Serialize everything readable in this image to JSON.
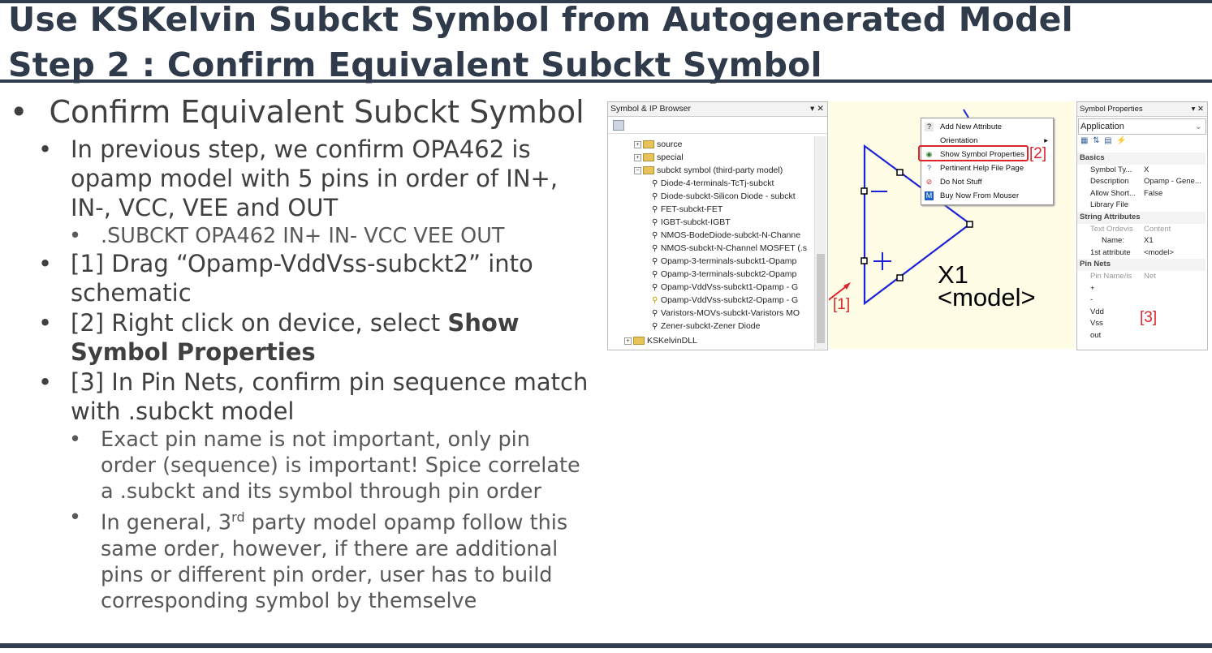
{
  "title": {
    "line1": "Use KSKelvin Subckt Symbol from Autogenerated Model",
    "line2": "Step 2 : Confirm Equivalent Subckt Symbol"
  },
  "bullets": {
    "main": "Confirm Equivalent Subckt Symbol",
    "b_step_prev": "In previous step, we confirm OPA462 is opamp model with 5 pins in order of IN+, IN-, VCC, VEE and OUT",
    "b_subckt_line": ".SUBCKT OPA462 IN+ IN- VCC VEE OUT",
    "b_drag": "[1] Drag “Opamp-VddVss-subckt2” into schematic",
    "b_right_click_pre": "[2] Right click on device, select ",
    "b_right_click_bold": "Show Symbol Properties",
    "b_pin_nets": "[3] In Pin Nets, confirm pin sequence match with .subckt model",
    "b_exact_pin": "Exact pin name is not important, only pin order (sequence) is important!  Spice correlate a .subckt and its symbol through pin order",
    "b_general_pre": "In general, 3",
    "b_general_sup": "rd",
    "b_general_post": " party model opamp follow this same order, however, if there are additional pins or different pin order, user has to build corresponding symbol by themselve"
  },
  "browser": {
    "title": "Symbol & IP Browser",
    "controls": "▾ ✕",
    "items": [
      "source",
      "special",
      "subckt symbol (third-party model)",
      "Diode-4-terminals-TcTj-subckt",
      "Diode-subckt-Silicon Diode - subckt",
      "FET-subckt-FET",
      "IGBT-subckt-IGBT",
      "NMOS-BodeDiode-subckt-N-Channe",
      "NMOS-subckt-N-Channel MOSFET (.s",
      "Opamp-3-terminals-subckt1-Opamp",
      "Opamp-3-terminals-subckt2-Opamp",
      "Opamp-VddVss-subckt1-Opamp - G",
      "Opamp-VddVss-subckt2-Opamp - G",
      "Varistors-MOVs-subckt-Varistors MO",
      "Zener-subckt-Zener Diode",
      "KSKelvinDLL"
    ]
  },
  "canvas": {
    "instance": "X1",
    "model": "<model>",
    "minus": "−",
    "plus": "+"
  },
  "context_menu": {
    "items": [
      "Add New Attribute",
      "Orientation",
      "Show Symbol Properties",
      "Pertinent Help File Page",
      "Do Not Stuff",
      "Buy Now From Mouser"
    ]
  },
  "properties": {
    "title": "Symbol Properties",
    "controls": "▾ ✕",
    "dropdown": "Application",
    "rows": [
      {
        "k": "Basics",
        "v": "",
        "cat": true
      },
      {
        "k": "Symbol Ty...",
        "v": "X"
      },
      {
        "k": "Description",
        "v": "Opamp - Gene..."
      },
      {
        "k": "Allow Short...",
        "v": "False"
      },
      {
        "k": "Library File",
        "v": ""
      },
      {
        "k": "String Attributes",
        "v": "",
        "cat": true
      },
      {
        "k": "Text Ordevis",
        "v": "Content",
        "grey": true
      },
      {
        "k": "Name:",
        "v": "X1"
      },
      {
        "k": "1st attribute",
        "v": "<model>"
      },
      {
        "k": "Pin Nets",
        "v": "",
        "cat": true
      },
      {
        "k": "Pin Name/is",
        "v": "Net",
        "grey": true
      },
      {
        "k": "+",
        "v": ""
      },
      {
        "k": "-",
        "v": ""
      },
      {
        "k": "Vdd",
        "v": ""
      },
      {
        "k": "Vss",
        "v": ""
      },
      {
        "k": "out",
        "v": ""
      }
    ]
  },
  "annotations": {
    "a1": "[1]",
    "a2": "[2]",
    "a3": "[3]"
  },
  "colors": {
    "title": "#2f3a4a",
    "rule": "#323d4f",
    "annotation": "#d9262a",
    "symbol": "#1a23d6"
  }
}
